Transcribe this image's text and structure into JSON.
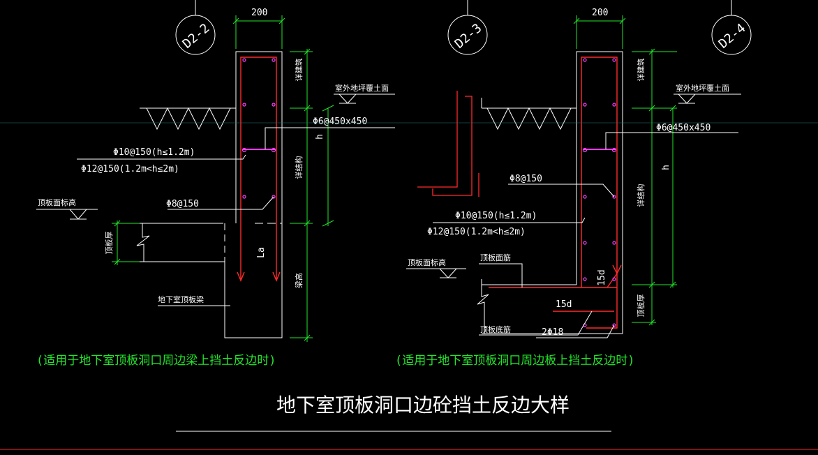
{
  "axis_bubbles": {
    "left": "D2-2",
    "middle": "D2-3",
    "right": "D2-4"
  },
  "left_detail": {
    "width_dim": "200",
    "outdoor_fill_label": "室外地坪覆土面",
    "dim_top": "详建筑",
    "dim_mid": "详结构",
    "dim_bottom": "梁高",
    "h_label": "h",
    "stirrup_label": "Φ6@450x450",
    "bar_small_label": "Φ10@150(h≤1.2m)",
    "bar_large_label": "Φ12@150(1.2m<h≤2m)",
    "dist_bar_label": "Φ8@150",
    "roof_level_label": "顶板面标高",
    "slab_thk_label": "顶板厚",
    "anchor_label": "La",
    "beam_label": "地下室顶板梁",
    "note": "(适用于地下室顶板洞口周边梁上挡土反边时)"
  },
  "right_detail": {
    "width_dim": "200",
    "outdoor_fill_label": "室外地坪覆土面",
    "dim_top": "详建筑",
    "dim_mid": "详结构",
    "dim_bottom": "顶板厚",
    "h_label": "h",
    "stirrup_label": "Φ6@450x450",
    "dist_bar_label": "Φ8@150",
    "bar_small_label": "Φ10@150(h≤1.2m)",
    "bar_large_label": "Φ12@150(1.2m<h≤2m)",
    "roof_level_label": "顶板面标高",
    "top_bar_label": "顶板面筋",
    "hook_v_label": "15d",
    "hook_h_label": "15d",
    "bottom_bar_label": "顶板底筋",
    "corner_bar_label": "2Φ18",
    "note": "(适用于地下室顶板洞口周边板上挡土反边时)"
  },
  "title": "地下室顶板洞口边砼挡土反边大样",
  "colors": {
    "background": "#000000",
    "line": "#ffffff",
    "dim": "#22e62a",
    "rebar": "#ff2a2a",
    "dot": "#ff3cff",
    "stirrup": "#ff3cff",
    "leader": "#ffffff"
  }
}
